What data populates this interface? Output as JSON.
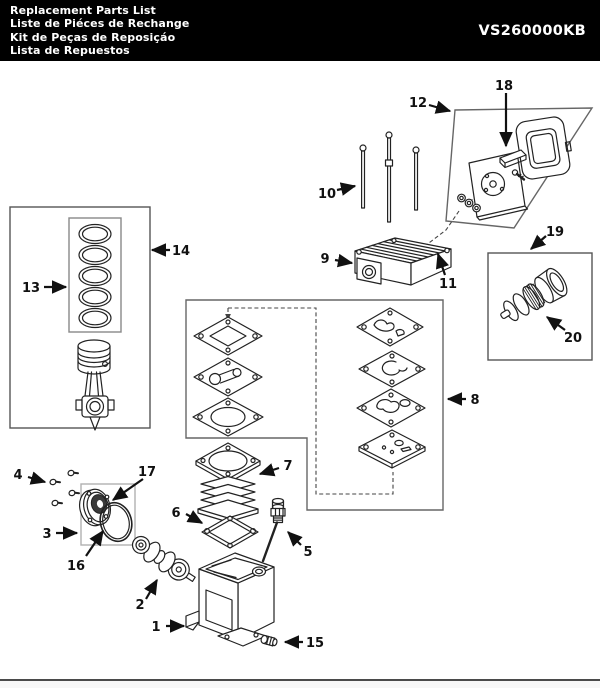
{
  "header": {
    "titles": [
      "Replacement Parts List",
      "Liste de Piéces de Rechange",
      "Kit de Peças de Reposiçáo",
      "Lista de Repuestos"
    ],
    "part_number": "VS260000KB"
  },
  "colors": {
    "header_bg": "#000000",
    "header_fg": "#ffffff",
    "line_art": "#222222",
    "box_border": "#666666",
    "footer_line": "#4a4a4a"
  },
  "diagram": {
    "callouts": [
      "1",
      "2",
      "3",
      "4",
      "5",
      "6",
      "7",
      "8",
      "9",
      "10",
      "11",
      "12",
      "13",
      "14",
      "15",
      "16",
      "17",
      "18",
      "19",
      "20"
    ]
  }
}
